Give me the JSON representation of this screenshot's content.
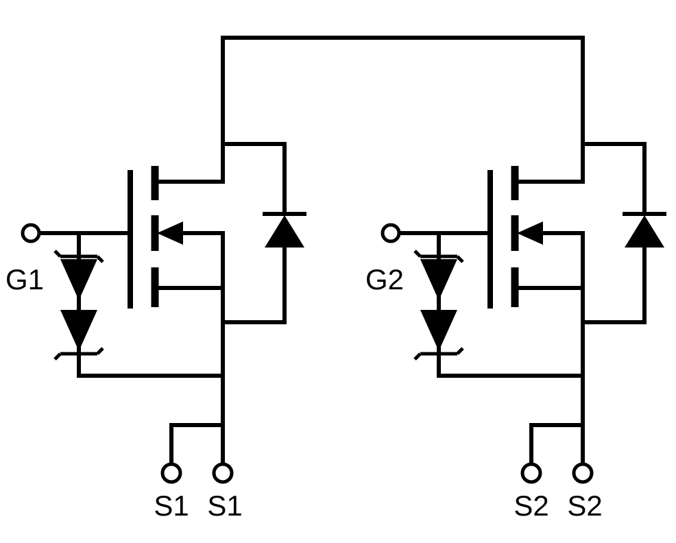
{
  "diagram": {
    "kind": "schematic",
    "subject": "dual n-channel mosfet with esd protection diodes, common drain",
    "background_color": "#ffffff",
    "line_color": "#000000"
  },
  "transistor1": {
    "gate_label": "G1",
    "source_label_left": "S1",
    "source_label_right": "S1"
  },
  "transistor2": {
    "gate_label": "G2",
    "source_label_left": "S2",
    "source_label_right": "S2"
  }
}
